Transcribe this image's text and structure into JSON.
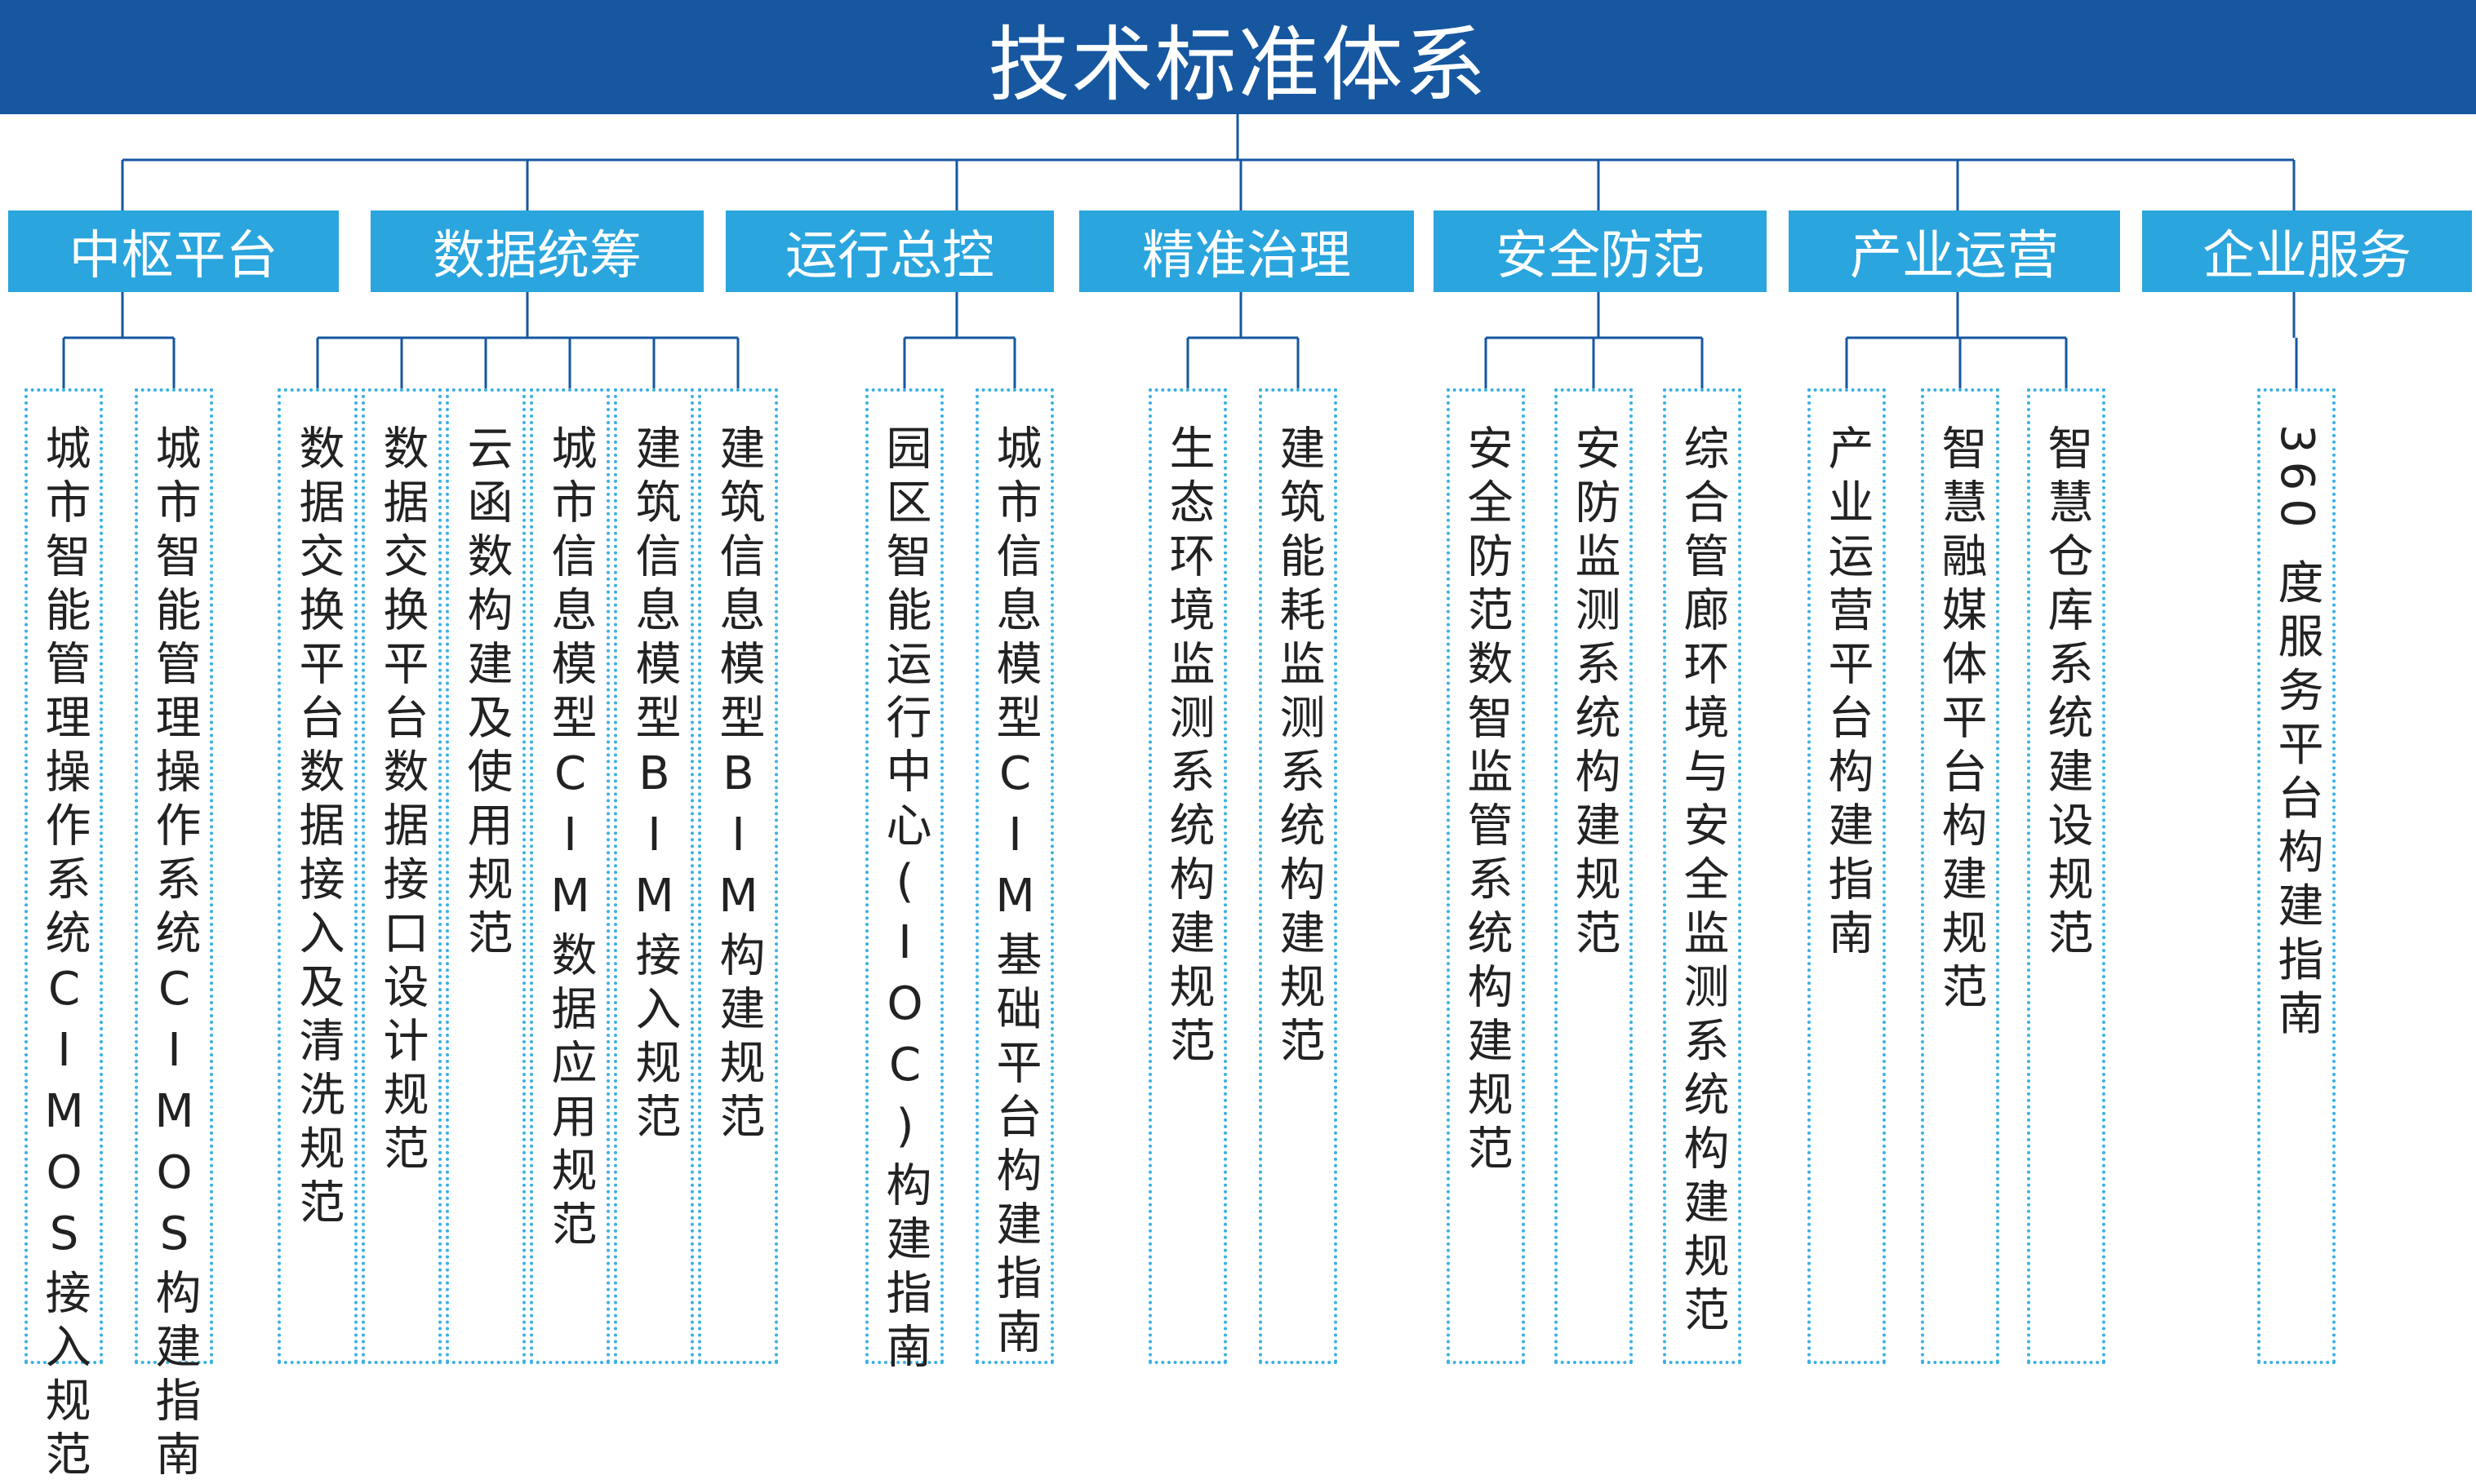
{
  "title": "技术标准体系",
  "colors": {
    "title_bg": "#1657a0",
    "category_bg": "#2aa5de",
    "leaf_border": "#3bb0e3",
    "connector": "#1657a0"
  },
  "categories": [
    {
      "label": "中枢平台",
      "items": [
        "城市智能管理操作系统CIMOS接入规范",
        "城市智能管理操作系统CIMOS构建指南"
      ]
    },
    {
      "label": "数据统筹",
      "items": [
        "数据交换平台数据接入及清洗规范",
        "数据交换平台数据接口设计规范",
        "云函数构建及使用规范",
        "城市信息模型CIM数据应用规范",
        "建筑信息模型BIM接入规范",
        "建筑信息模型BIM构建规范"
      ]
    },
    {
      "label": "运行总控",
      "items": [
        "园区智能运行中心(IOC)构建指南",
        "城市信息模型CIM基础平台构建指南"
      ]
    },
    {
      "label": "精准治理",
      "items": [
        "生态环境监测系统构建规范",
        "建筑能耗监测系统构建规范"
      ]
    },
    {
      "label": "安全防范",
      "items": [
        "安全防范数智监管系统构建规范",
        "安防监测系统构建规范",
        "综合管廊环境与安全监测系统构建规范"
      ]
    },
    {
      "label": "产业运营",
      "items": [
        "产业运营平台构建指南",
        "智慧融媒体平台构建规范",
        "智慧仓库系统建设规范"
      ]
    },
    {
      "label": "企业服务",
      "items": [
        "360 度服务平台构建指南"
      ]
    }
  ]
}
